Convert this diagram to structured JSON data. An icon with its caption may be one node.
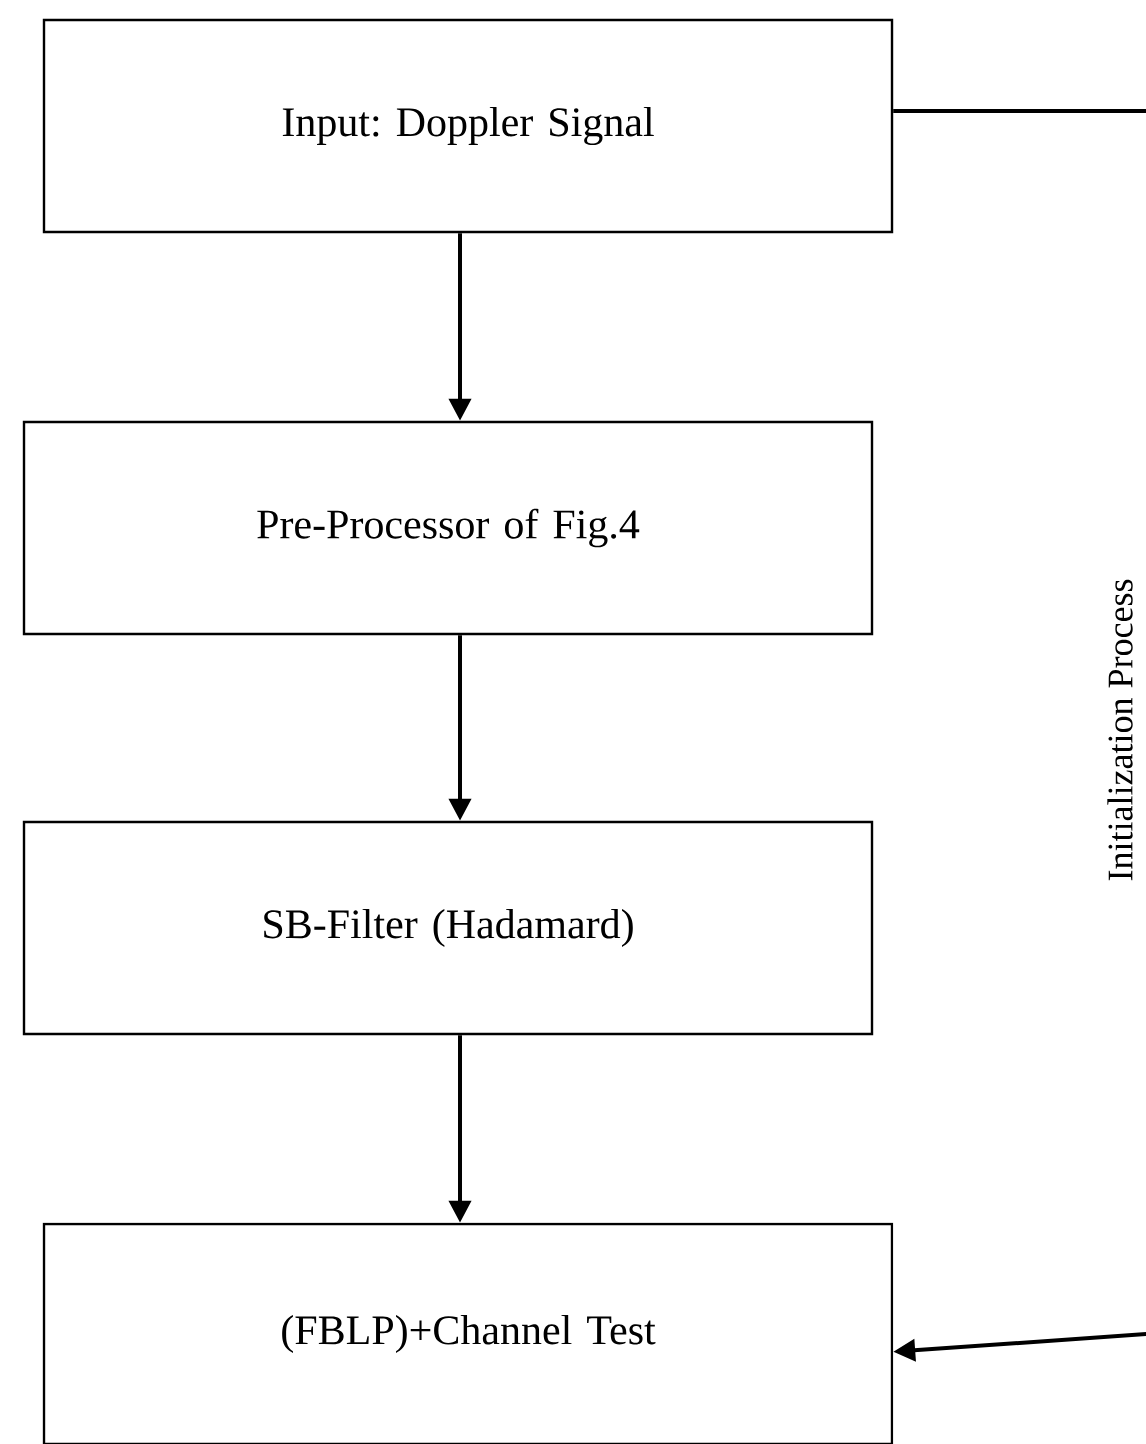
{
  "diagram": {
    "nodes": [
      {
        "text": [
          "Input: Doppler Signal"
        ]
      },
      {
        "text": [
          "Pre-Processor of Fig.4"
        ]
      },
      {
        "text": [
          "SB-Filter (Hadamard)"
        ]
      },
      {
        "text": [
          "(FBLP)+Channel Test"
        ]
      }
    ],
    "edges": [
      {
        "from": 0,
        "to": 1,
        "arrow": "to"
      },
      {
        "from": 1,
        "to": 2,
        "arrow": "to"
      },
      {
        "from": 2,
        "to": 3,
        "arrow": "to"
      },
      {
        "from": 0,
        "to": null,
        "arrow": "none"
      },
      {
        "from": null,
        "to": 3,
        "arrow": "to"
      }
    ],
    "labels": [
      "Initialization Process"
    ]
  }
}
